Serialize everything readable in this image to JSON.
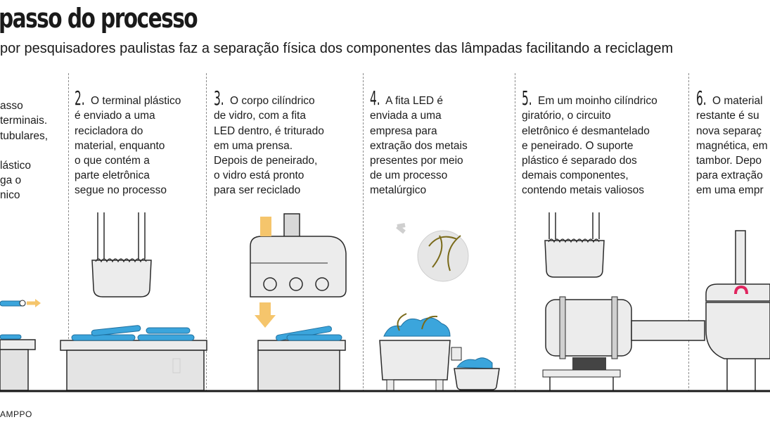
{
  "title": "passo do processo",
  "subtitle": "por pesquisadores paulistas faz a separação física dos componentes das lâmpadas facilitando a reciclagem",
  "steps": [
    {
      "number": "",
      "text": "asso\nterminais.\ntubulares,\n\nlástico\nga o\nnico"
    },
    {
      "number": "2.",
      "text": " O terminal plástico\né enviado a uma\nrecicladora do\nmaterial, enquanto\no que contém a\nparte eletrônica\nsegue no processo"
    },
    {
      "number": "3.",
      "text": " O corpo cilíndrico\nde vidro, com a fita\nLED dentro, é triturado\nem uma prensa.\nDepois de peneirado,\no vidro está pronto\npara ser reciclado"
    },
    {
      "number": "4.",
      "text": " A fita LED é\nenviada a uma\nempresa para\nextração dos metais\npresentes por meio\nde um processo\nmetalúrgico"
    },
    {
      "number": "5.",
      "text": " Em um moinho cilíndrico\ngiratório, o circuito\neletrônico é desmantelado\ne peneirado. O suporte\nplástico é separado dos\ndemais componentes,\ncontendo metais valiosos"
    },
    {
      "number": "6.",
      "text": " O material\nrestante é su\nnova separaç\nmagnética, em\ntambor. Depo\npara extração\nem uma empr"
    }
  ],
  "credit": "AMPPO",
  "colors": {
    "blue": "#3ba5dc",
    "blue_dark": "#1f6f9e",
    "machine": "#ececec",
    "outline": "#2a2a2a",
    "arrow": "#f5c56c",
    "magnet": "#e0245e",
    "ground": "#1a1a1a"
  }
}
